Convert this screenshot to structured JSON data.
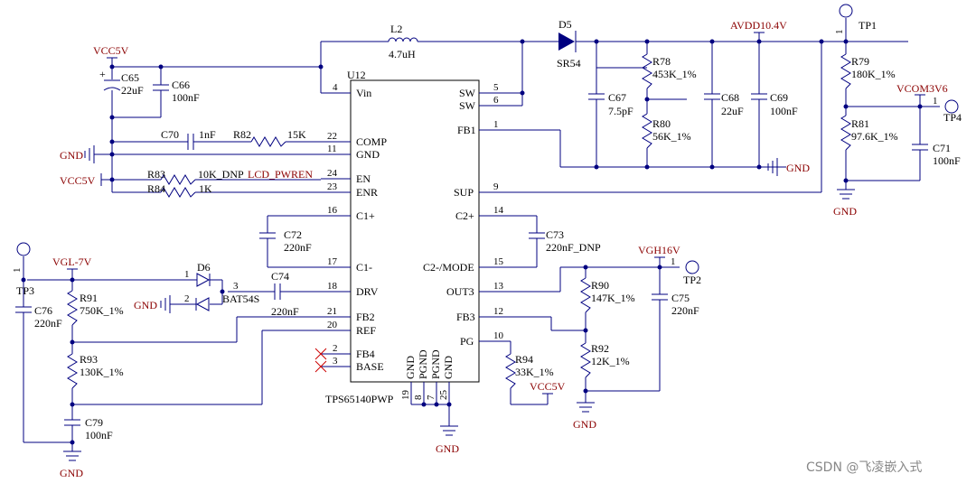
{
  "ic": {
    "refdes": "U12",
    "part": "TPS65140PWP",
    "left_pins": [
      {
        "num": "4",
        "name": "Vin"
      },
      {
        "num": "22",
        "name": "COMP"
      },
      {
        "num": "11",
        "name": "GND"
      },
      {
        "num": "24",
        "name": "EN"
      },
      {
        "num": "23",
        "name": "ENR"
      },
      {
        "num": "16",
        "name": "C1+"
      },
      {
        "num": "17",
        "name": "C1-"
      },
      {
        "num": "18",
        "name": "DRV"
      },
      {
        "num": "21",
        "name": "FB2"
      },
      {
        "num": "20",
        "name": "REF"
      },
      {
        "num": "2",
        "name": "FB4"
      },
      {
        "num": "3",
        "name": "BASE"
      }
    ],
    "right_pins": [
      {
        "num": "5",
        "name": "SW"
      },
      {
        "num": "6",
        "name": "SW"
      },
      {
        "num": "1",
        "name": "FB1"
      },
      {
        "num": "9",
        "name": "SUP"
      },
      {
        "num": "14",
        "name": "C2+"
      },
      {
        "num": "15",
        "name": "C2-/MODE"
      },
      {
        "num": "13",
        "name": "OUT3"
      },
      {
        "num": "12",
        "name": "FB3"
      },
      {
        "num": "10",
        "name": "PG"
      }
    ],
    "bottom_pins": [
      {
        "num": "19",
        "name": "GND"
      },
      {
        "num": "8",
        "name": "PGND"
      },
      {
        "num": "7",
        "name": "PGND"
      },
      {
        "num": "25",
        "name": "GND"
      }
    ]
  },
  "components": {
    "L2": {
      "ref": "L2",
      "value": "4.7uH"
    },
    "D5": {
      "ref": "D5",
      "value": "SR54"
    },
    "D6": {
      "ref": "D6",
      "value": "BAT54S",
      "pin1": "1",
      "pin2": "2",
      "pin3": "3"
    },
    "C65": {
      "ref": "C65",
      "value": "22uF"
    },
    "C66": {
      "ref": "C66",
      "value": "100nF"
    },
    "C67": {
      "ref": "C67",
      "value": "7.5pF"
    },
    "C68": {
      "ref": "C68",
      "value": "22uF"
    },
    "C69": {
      "ref": "C69",
      "value": "100nF"
    },
    "C70": {
      "ref": "C70",
      "value": "1nF"
    },
    "C71": {
      "ref": "C71",
      "value": "100nF"
    },
    "C72": {
      "ref": "C72",
      "value": "220nF"
    },
    "C73": {
      "ref": "C73",
      "value": "220nF_DNP"
    },
    "C74": {
      "ref": "C74",
      "value": "220nF"
    },
    "C75": {
      "ref": "C75",
      "value": "220nF"
    },
    "C76": {
      "ref": "C76",
      "value": "220nF"
    },
    "C79": {
      "ref": "C79",
      "value": "100nF"
    },
    "R78": {
      "ref": "R78",
      "value": "453K_1%"
    },
    "R79": {
      "ref": "R79",
      "value": "180K_1%"
    },
    "R80": {
      "ref": "R80",
      "value": "56K_1%"
    },
    "R81": {
      "ref": "R81",
      "value": "97.6K_1%"
    },
    "R82": {
      "ref": "R82",
      "value": "15K"
    },
    "R83": {
      "ref": "R83",
      "value": "10K_DNP"
    },
    "R84": {
      "ref": "R84",
      "value": "1K"
    },
    "R90": {
      "ref": "R90",
      "value": "147K_1%"
    },
    "R91": {
      "ref": "R91",
      "value": "750K_1%"
    },
    "R92": {
      "ref": "R92",
      "value": "12K_1%"
    },
    "R93": {
      "ref": "R93",
      "value": "130K_1%"
    },
    "R94": {
      "ref": "R94",
      "value": "33K_1%"
    }
  },
  "nets": {
    "vcc5v_top": "VCC5V",
    "vcc5v_left": "VCC5V",
    "vcc5v_pg": "VCC5V",
    "avdd": "AVDD10.4V",
    "vcom": "VCOM3V6",
    "vgl": "VGL-7V",
    "vgh": "VGH16V",
    "lcd_pwren": "LCD_PWREN",
    "gnd_c70": "GND",
    "gnd_d6": "GND",
    "gnd_boost": "GND",
    "gnd_r81": "GND",
    "gnd_ic": "GND",
    "gnd_c79": "GND",
    "gnd_r92": "GND"
  },
  "testpoints": {
    "tp1": {
      "ref": "TP1",
      "pin": "1"
    },
    "tp2": {
      "ref": "TP2",
      "pin": "1"
    },
    "tp3": {
      "ref": "TP3",
      "pin": "1"
    },
    "tp4": {
      "ref": "TP4",
      "pin": "1"
    }
  },
  "watermark": "CSDN @飞凌嵌入式",
  "colors": {
    "wire": "#000080",
    "net_label": "#8b0000",
    "text": "#000000"
  }
}
